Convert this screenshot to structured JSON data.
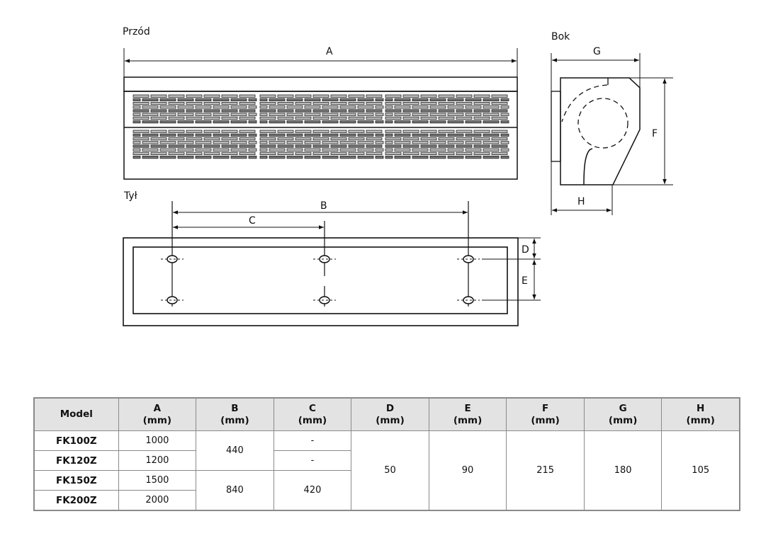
{
  "views": {
    "front_label": "Przód",
    "side_label": "Bok",
    "rear_label": "Tył"
  },
  "dimension_labels": {
    "A": "A",
    "B": "B",
    "C": "C",
    "D": "D",
    "E": "E",
    "F": "F",
    "G": "G",
    "H": "H"
  },
  "table": {
    "headers": [
      {
        "key": "model",
        "label": "Model",
        "unit": ""
      },
      {
        "key": "A",
        "label": "A",
        "unit": "(mm)"
      },
      {
        "key": "B",
        "label": "B",
        "unit": "(mm)"
      },
      {
        "key": "C",
        "label": "C",
        "unit": "(mm)"
      },
      {
        "key": "D",
        "label": "D",
        "unit": "(mm)"
      },
      {
        "key": "E",
        "label": "E",
        "unit": "(mm)"
      },
      {
        "key": "F",
        "label": "F",
        "unit": "(mm)"
      },
      {
        "key": "G",
        "label": "G",
        "unit": "(mm)"
      },
      {
        "key": "H",
        "label": "H",
        "unit": "(mm)"
      }
    ],
    "rows": [
      {
        "model": "FK100Z",
        "A": "1000",
        "B": "440",
        "C": "-",
        "D": "50",
        "E": "90",
        "F": "215",
        "G": "180",
        "H": "105"
      },
      {
        "model": "FK120Z",
        "A": "1200",
        "B": "440",
        "C": "-",
        "D": "50",
        "E": "90",
        "F": "215",
        "G": "180",
        "H": "105"
      },
      {
        "model": "FK150Z",
        "A": "1500",
        "B": "840",
        "C": "420",
        "D": "50",
        "E": "90",
        "F": "215",
        "G": "180",
        "H": "105"
      },
      {
        "model": "FK200Z",
        "A": "2000",
        "B": "840",
        "C": "420",
        "D": "50",
        "E": "90",
        "F": "215",
        "G": "180",
        "H": "105"
      }
    ],
    "merged": {
      "B_rows_1_2": "440",
      "B_rows_3_4": "840",
      "C_row_1": "-",
      "C_row_2": "-",
      "C_rows_3_4": "420",
      "D_all": "50",
      "E_all": "90",
      "F_all": "215",
      "G_all": "180",
      "H_all": "105"
    }
  }
}
